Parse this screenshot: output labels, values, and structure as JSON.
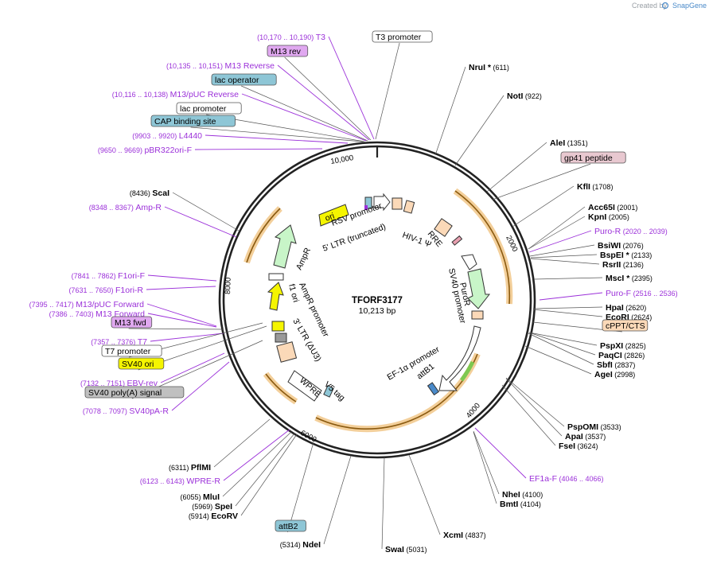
{
  "credit": {
    "created_by": "Created by",
    "brand": "SnapGene"
  },
  "plasmid": {
    "name": "TFORF3177",
    "size": "10,213 bp"
  },
  "ticks": [
    {
      "text": "10,000"
    },
    {
      "text": "2000"
    },
    {
      "text": "4000"
    },
    {
      "text": "6000"
    },
    {
      "text": "8000"
    }
  ],
  "labels": [
    {
      "kind": "primer",
      "name": "T3",
      "coord": "(10,170 .. 10,190)"
    },
    {
      "kind": "feature_box",
      "name": "T3 promoter",
      "color": "#ffffff"
    },
    {
      "kind": "feature_box",
      "name": "M13 rev",
      "color": "#e0a8f0"
    },
    {
      "kind": "primer",
      "name": "M13 Reverse",
      "coord": "(10,135 .. 10,151)"
    },
    {
      "kind": "feature_box",
      "name": "lac operator",
      "color": "#8ec6d6"
    },
    {
      "kind": "primer",
      "name": "M13/pUC Reverse",
      "coord": "(10,116 .. 10,138)"
    },
    {
      "kind": "feature_box",
      "name": "lac promoter",
      "color": "#ffffff"
    },
    {
      "kind": "feature_box",
      "name": "CAP binding site",
      "color": "#8ec6d6"
    },
    {
      "kind": "primer",
      "name": "L4440",
      "coord": "(9903 .. 9920)"
    },
    {
      "kind": "primer",
      "name": "pBR322ori-F",
      "coord": "(9650 .. 9669)"
    },
    {
      "kind": "enzyme",
      "name": "ScaI",
      "coord": "(8436)"
    },
    {
      "kind": "primer",
      "name": "Amp-R",
      "coord": "(8348 .. 8367)"
    },
    {
      "kind": "primer",
      "name": "F1ori-F",
      "coord": "(7841 .. 7862)"
    },
    {
      "kind": "primer",
      "name": "F1ori-R",
      "coord": "(7631 .. 7650)"
    },
    {
      "kind": "primer",
      "name": "M13/pUC Forward",
      "coord": "(7395 .. 7417)"
    },
    {
      "kind": "primer",
      "name": "M13 Forward",
      "coord": "(7386 .. 7403)"
    },
    {
      "kind": "feature_box",
      "name": "M13 fwd",
      "color": "#e0a8f0"
    },
    {
      "kind": "primer",
      "name": "T7",
      "coord": "(7357 .. 7376)"
    },
    {
      "kind": "feature_box",
      "name": "T7 promoter",
      "color": "#ffffff"
    },
    {
      "kind": "feature_box",
      "name": "SV40 ori",
      "color": "#f5f500"
    },
    {
      "kind": "primer",
      "name": "EBV-rev",
      "coord": "(7132 .. 7151)"
    },
    {
      "kind": "feature_box",
      "name": "SV40 poly(A) signal",
      "color": "#c0c0c0"
    },
    {
      "kind": "primer",
      "name": "SV40pA-R",
      "coord": "(7078 .. 7097)"
    },
    {
      "kind": "enzyme",
      "name": "NruI *",
      "coord": "(611)"
    },
    {
      "kind": "enzyme",
      "name": "NotI",
      "coord": "(922)"
    },
    {
      "kind": "enzyme",
      "name": "AleI",
      "coord": "(1351)"
    },
    {
      "kind": "feature_box",
      "name": "gp41 peptide",
      "color": "#e8c8d0"
    },
    {
      "kind": "enzyme",
      "name": "KflI",
      "coord": "(1708)"
    },
    {
      "kind": "enzyme",
      "name": "Acc65I",
      "coord": "(2001)"
    },
    {
      "kind": "enzyme",
      "name": "KpnI",
      "coord": "(2005)"
    },
    {
      "kind": "primer",
      "name": "Puro-R",
      "coord": "(2020 .. 2039)"
    },
    {
      "kind": "enzyme",
      "name": "BsiWI",
      "coord": "(2076)"
    },
    {
      "kind": "enzyme",
      "name": "BspEI *",
      "coord": "(2133)"
    },
    {
      "kind": "enzyme",
      "name": "RsrII",
      "coord": "(2136)"
    },
    {
      "kind": "enzyme",
      "name": "MscI *",
      "coord": "(2395)"
    },
    {
      "kind": "primer",
      "name": "Puro-F",
      "coord": "(2516 .. 2536)"
    },
    {
      "kind": "enzyme",
      "name": "HpaI",
      "coord": "(2620)"
    },
    {
      "kind": "enzyme",
      "name": "EcoRI",
      "coord": "(2624)"
    },
    {
      "kind": "feature_box",
      "name": "cPPT/CTS",
      "color": "#fbd9b8"
    },
    {
      "kind": "enzyme",
      "name": "PspXI",
      "coord": "(2825)"
    },
    {
      "kind": "enzyme",
      "name": "PaqCI",
      "coord": "(2826)"
    },
    {
      "kind": "enzyme",
      "name": "SbfI",
      "coord": "(2837)"
    },
    {
      "kind": "enzyme",
      "name": "AgeI",
      "coord": "(2998)"
    },
    {
      "kind": "enzyme",
      "name": "PspOMI",
      "coord": "(3533)"
    },
    {
      "kind": "enzyme",
      "name": "ApaI",
      "coord": "(3537)"
    },
    {
      "kind": "enzyme",
      "name": "FseI",
      "coord": "(3624)"
    },
    {
      "kind": "primer",
      "name": "EF1a-F",
      "coord": "(4046 .. 4066)"
    },
    {
      "kind": "enzyme",
      "name": "NheI",
      "coord": "(4100)"
    },
    {
      "kind": "enzyme",
      "name": "BmtI",
      "coord": "(4104)"
    },
    {
      "kind": "enzyme",
      "name": "XcmI",
      "coord": "(4837)"
    },
    {
      "kind": "enzyme",
      "name": "SwaI",
      "coord": "(5031)"
    },
    {
      "kind": "enzyme",
      "name": "NdeI",
      "coord": "(5314)"
    },
    {
      "kind": "feature_box",
      "name": "attB2",
      "color": "#8ec6d6"
    },
    {
      "kind": "enzyme",
      "name": "EcoRV",
      "coord": "(5914)"
    },
    {
      "kind": "enzyme",
      "name": "SpeI",
      "coord": "(5969)"
    },
    {
      "kind": "enzyme",
      "name": "MluI",
      "coord": "(6055)"
    },
    {
      "kind": "primer",
      "name": "WPRE-R",
      "coord": "(6123 .. 6143)"
    },
    {
      "kind": "enzyme",
      "name": "PflMI",
      "coord": "(6311)"
    }
  ],
  "inner_features": [
    {
      "name": "RSV promoter"
    },
    {
      "name": "5' LTR (truncated)"
    },
    {
      "name": "HIV-1 Ψ"
    },
    {
      "name": "RRE"
    },
    {
      "name": "PuroR"
    },
    {
      "name": "SV40 promoter"
    },
    {
      "name": "EF-1α promoter"
    },
    {
      "name": "attB1"
    },
    {
      "name": "V5 tag"
    },
    {
      "name": "WPRE"
    },
    {
      "name": "3' LTR (ΔU3)"
    },
    {
      "name": "AmpR promoter"
    },
    {
      "name": "f1 ori"
    },
    {
      "name": "AmpR"
    },
    {
      "name": "ori"
    }
  ],
  "colors": {
    "primer": "#9b30d9",
    "orf": "#e8a33c",
    "ori": "#f5f500",
    "ampr": "#c8f5c8",
    "leader": "#555555"
  }
}
